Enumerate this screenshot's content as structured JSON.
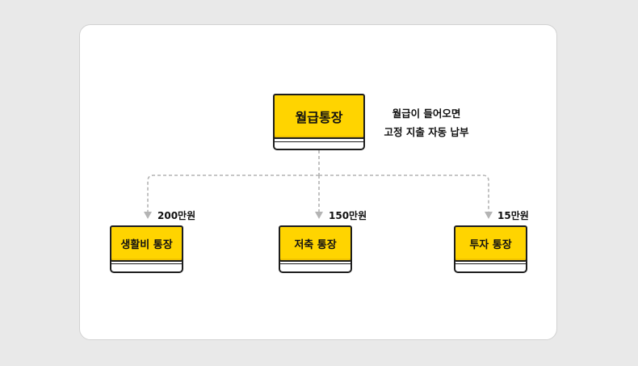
{
  "root": {
    "label": "월급통장"
  },
  "note": {
    "line1": "월급이 들어오면",
    "line2": "고정 지출 자동 납부"
  },
  "children": [
    {
      "label": "생활비 통장",
      "amount": "200만원"
    },
    {
      "label": "저축 통장",
      "amount": "150만원"
    },
    {
      "label": "투자 통장",
      "amount": "15만원"
    }
  ],
  "colors": {
    "cover": "#ffd400",
    "outline": "#1e1e1e",
    "connector": "#b4b4b4",
    "background": "#e9e9e9",
    "card": "#ffffff"
  }
}
